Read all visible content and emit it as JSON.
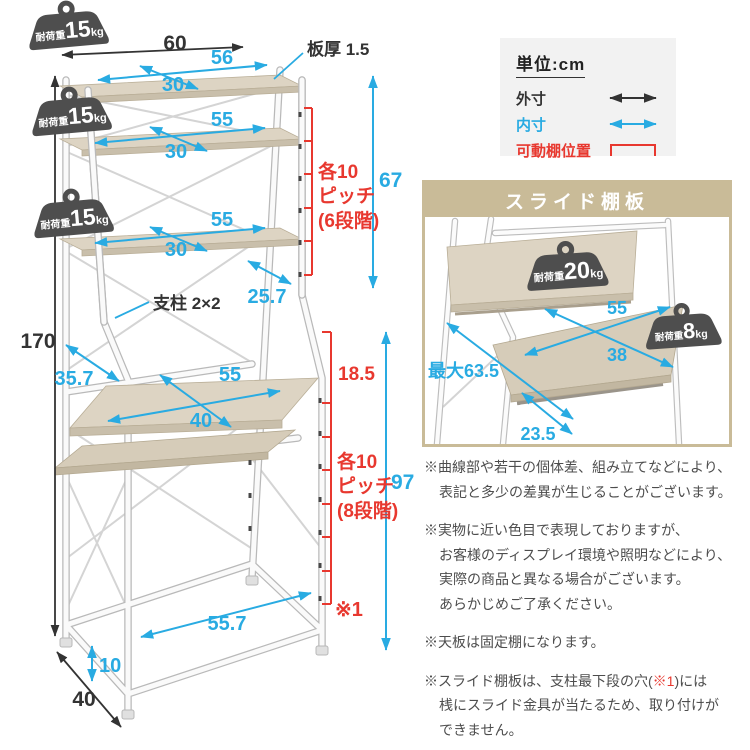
{
  "colors": {
    "blue": "#29abe2",
    "red": "#e8382f",
    "badge_gray": "#4e4e4e",
    "tan": "#c9bb98"
  },
  "legend": {
    "unit": "単位:cm",
    "items": [
      {
        "label": "外寸",
        "type": "black-arrow"
      },
      {
        "label": "内寸",
        "type": "blue-arrow"
      },
      {
        "label": "可動棚位置",
        "type": "red-bracket"
      }
    ]
  },
  "diagram": {
    "load_badges": [
      {
        "label": "耐荷重",
        "value": "15",
        "unit": "kg"
      },
      {
        "label": "耐荷重",
        "value": "15",
        "unit": "kg"
      },
      {
        "label": "耐荷重",
        "value": "15",
        "unit": "kg"
      }
    ],
    "outer": {
      "width": "60",
      "height": "170",
      "depth": "40",
      "leg_height": "10",
      "bottom_width": "55.7"
    },
    "inner": {
      "top_width": "56",
      "top_depth": "30",
      "shelf2_width": "55",
      "shelf2_depth": "30",
      "shelf3_width": "55",
      "shelf3_depth": "30",
      "upper_height": "67",
      "lower_height": "97",
      "diag_gap": "25.7",
      "desk_overhang": "35.7",
      "desk_width": "55",
      "desk_depth": "40"
    },
    "labels": {
      "thickness": "板厚 1.5",
      "post": "支柱 2×2",
      "pitch6": [
        "各10",
        "ピッチ",
        "(6段階)"
      ],
      "pitch8": [
        "各10",
        "ピッチ",
        "(8段階)"
      ],
      "clearance": "18.5",
      "note_ref": "※1"
    }
  },
  "inset": {
    "title": "スライド棚板",
    "badges": [
      {
        "label": "耐荷重",
        "value": "20",
        "unit": "kg"
      },
      {
        "label": "耐荷重",
        "value": "8",
        "unit": "kg"
      }
    ],
    "dims": {
      "width": "55",
      "depth": "38",
      "max": "最大63.5",
      "slide": "23.5"
    }
  },
  "notes": {
    "items": [
      {
        "lines": [
          "※曲線部や若干の個体差、組み立てなどにより、",
          "表記と多少の差異が生じることがございます。"
        ]
      },
      {
        "lines": [
          "※実物に近い色目で表現しておりますが、",
          "お客様のディスプレイ環境や照明などにより、",
          "実際の商品と異なる場合がございます。",
          "あらかじめご了承ください。"
        ]
      },
      {
        "lines": [
          "※天板は固定棚になります。"
        ]
      },
      {
        "lines": [
          "※スライド棚板は、支柱最下段の穴(",
          ")には",
          "桟にスライド金具が当たるため、取り付けが",
          "できません。"
        ],
        "red": "※1"
      }
    ]
  }
}
